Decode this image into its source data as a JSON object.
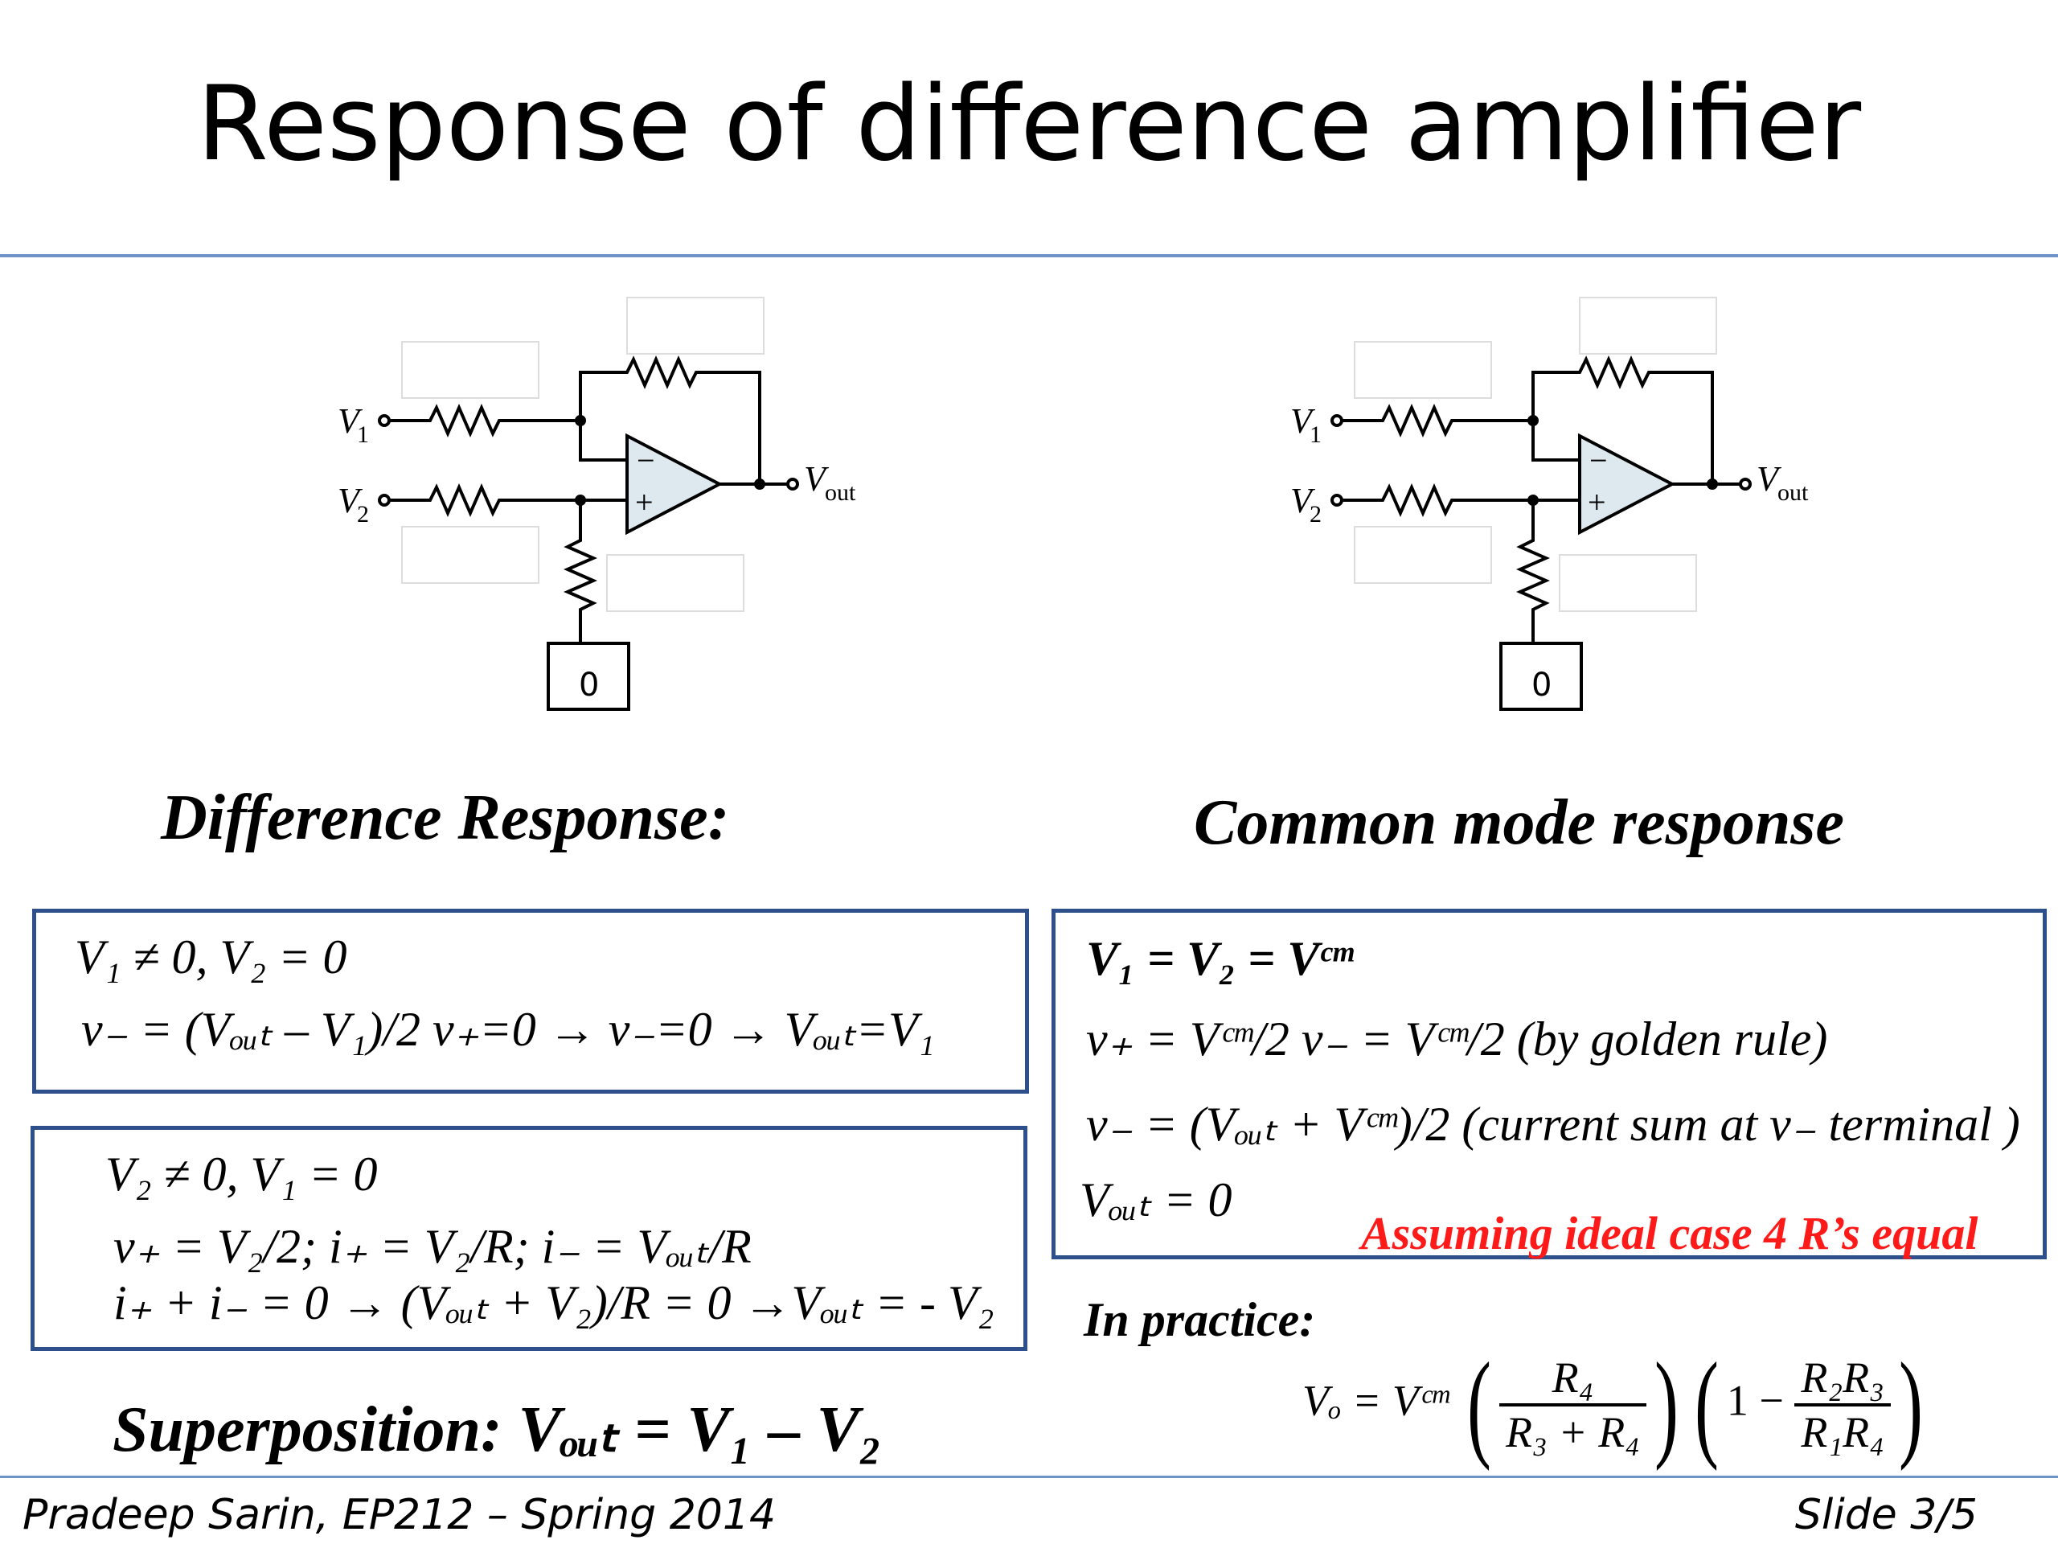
{
  "slide": {
    "title": "Response of difference amplifier",
    "footer_author": "Pradeep Sarin, EP212 – Spring 2014",
    "footer_slide": "Slide 3/5"
  },
  "circuit": {
    "v1_label": "V",
    "v1_sub": "1",
    "v2_label": "V",
    "v2_sub": "2",
    "vout_label": "V",
    "vout_sub": "out",
    "ground_label": "0",
    "minus_sign": "−",
    "plus_sign": "+"
  },
  "difference": {
    "heading": "Difference Response:",
    "box1_line1": "V₁ ≠ 0, V₂ = 0",
    "box1_line2": "v₋ = (Vₒᵤₜ – V₁)/2    v₊=0 → v₋=0 → Vₒᵤₜ=V₁",
    "box2_line1": "V₂ ≠ 0, V₁ = 0",
    "box2_line2": "v₊ = V₂/2;    i₊ = V₂/R;    i₋ = Vₒᵤₜ/R",
    "box2_line3": "i₊ + i₋ = 0 → (Vₒᵤₜ + V₂)/R = 0 →Vₒᵤₜ = - V₂",
    "superposition": "Superposition: Vₒᵤₜ = V₁ – V₂"
  },
  "common": {
    "heading": "Common mode response",
    "line1": "V₁ = V₂ = Vᶜᵐ",
    "line2": "v₊ = Vᶜᵐ/2       v₋ = Vᶜᵐ/2 (by golden rule)",
    "line3": "v₋ = (Vₒᵤₜ + Vᶜᵐ)/2 (current sum at v₋ terminal )",
    "line4": "Vₒᵤₜ = 0",
    "assumption": "Assuming ideal case 4 R’s equal",
    "in_practice": "In practice:",
    "formula_lhs": "Vₒ =  Vᶜᵐ",
    "formula_frac1_num": "R₄",
    "formula_frac1_den": "R₃ + R₄",
    "formula_one_minus": "1 −",
    "formula_frac2_num": "R₂R₃",
    "formula_frac2_den": "R₁R₄"
  },
  "colors": {
    "rule": "#6e93c6",
    "box_border": "#2d4f8c",
    "opamp_fill": "#dde9ee",
    "assumption_text": "#ff1a1a"
  }
}
